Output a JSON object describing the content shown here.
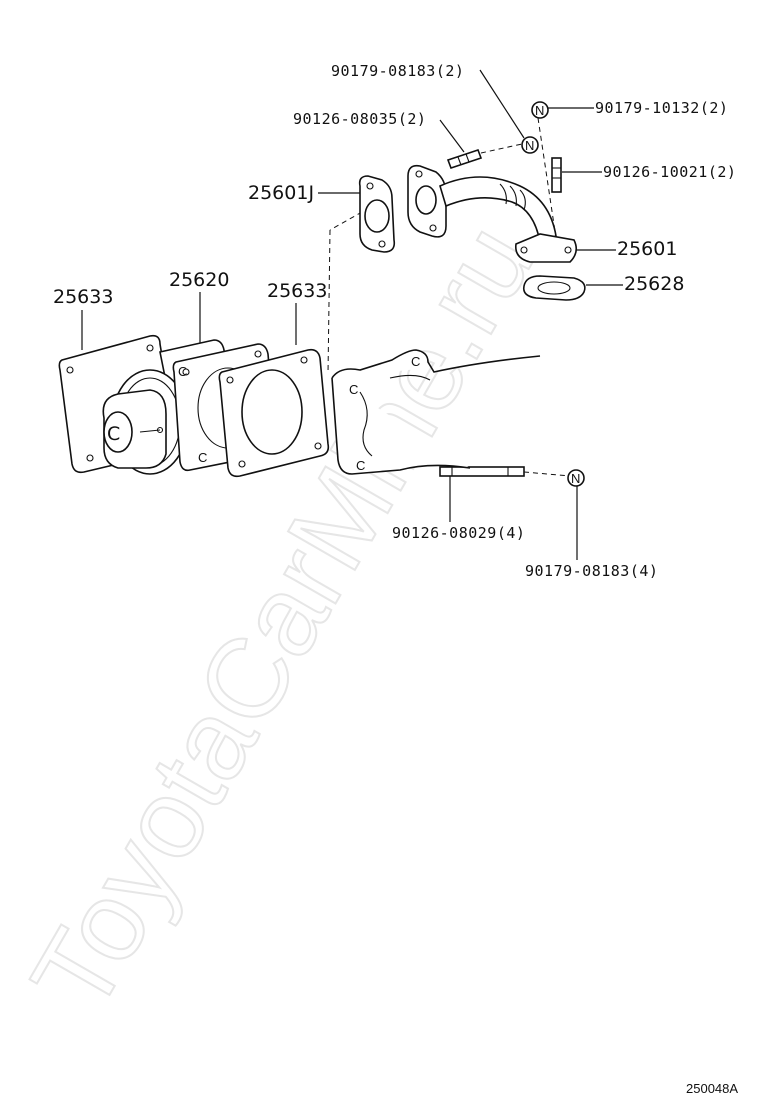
{
  "watermark": "ToyotaCarMine.ru",
  "diagram_ref": "250048A",
  "labels": {
    "p90179_08183_2": "90179-08183(2)",
    "p90126_08035_2": "90126-08035(2)",
    "p90179_10132_2": "90179-10132(2)",
    "p90126_10021_2": "90126-10021(2)",
    "p25601J": "25601J",
    "p25601": "25601",
    "p25628": "25628",
    "p25633_left": "25633",
    "p25620": "25620",
    "p25633_right": "25633",
    "p90126_08029_4": "90126-08029(4)",
    "p90179_08183_4": "90179-08183(4)"
  },
  "nut_symbol": "N",
  "part_letter": "C"
}
